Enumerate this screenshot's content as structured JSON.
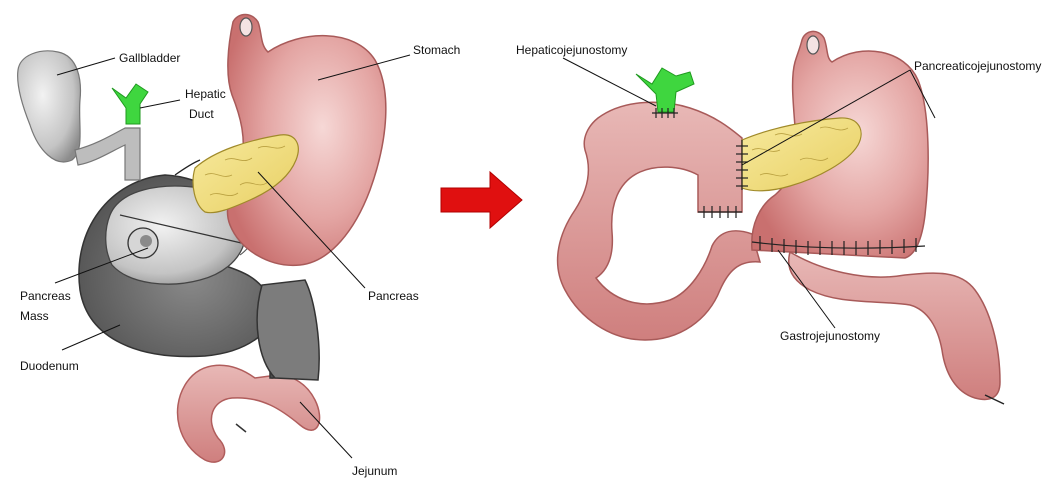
{
  "labels": {
    "gallbladder": "Gallbladder",
    "hepatic_line1": "Hepatic",
    "hepatic_line2": "Duct",
    "stomach": "Stomach",
    "pancreas_mass_line1": "Pancreas",
    "pancreas_mass_line2": "Mass",
    "duodenum": "Duodenum",
    "pancreas": "Pancreas",
    "jejunum": "Jejunum",
    "hepaticojejunostomy": "Hepaticojejunostomy",
    "pancreaticojejunostomy": "Pancreaticojejunostomy",
    "gastrojejunostomy": "Gastrojejunostomy"
  },
  "colors": {
    "stomach": "#d98f8f",
    "bowel": "#d99a97",
    "pancreas": "#f3e08a",
    "duct": "#3fd63f",
    "gallbladder": "#c8c8c8",
    "duodenum_dark": "#6b6b6b",
    "duodenum_mid": "#9a9a9a",
    "arrow": "#e01010"
  },
  "icons": {
    "transition_arrow": "right-arrow-icon"
  }
}
